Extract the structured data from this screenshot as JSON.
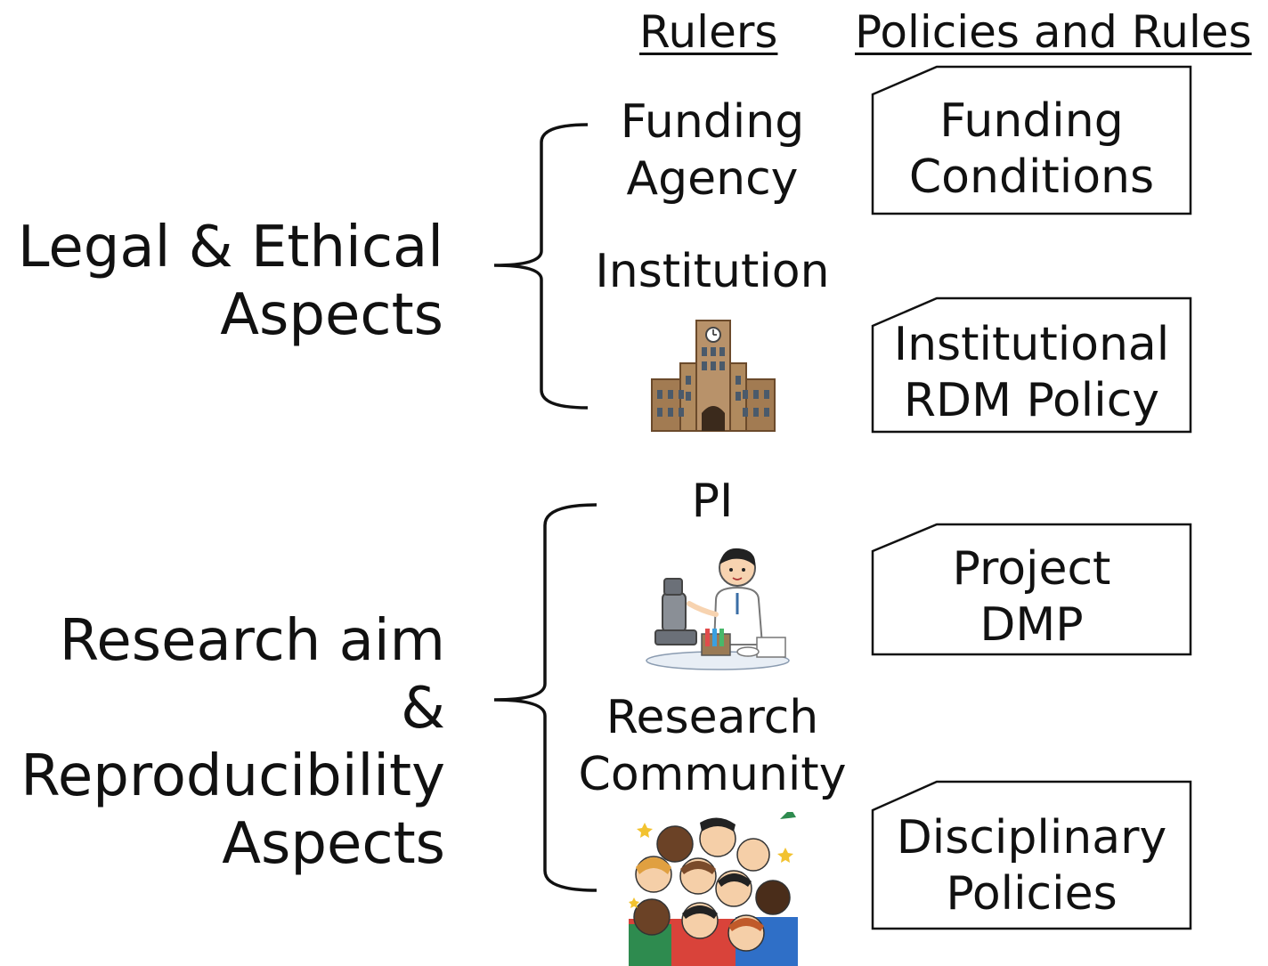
{
  "headers": {
    "rulers": "Rulers",
    "policies": "Policies and Rules"
  },
  "aspects": [
    {
      "lines": [
        "Legal & Ethical",
        "Aspects"
      ]
    },
    {
      "lines": [
        "Research aim &",
        "Reproducibility",
        "Aspects"
      ]
    }
  ],
  "rulers": [
    {
      "lines": [
        "Funding",
        "Agency"
      ]
    },
    {
      "lines": [
        "Institution"
      ]
    },
    {
      "lines": [
        "PI"
      ]
    },
    {
      "lines": [
        "Research",
        "Community"
      ]
    }
  ],
  "policies": [
    {
      "lines": [
        "Funding",
        "Conditions"
      ]
    },
    {
      "lines": [
        "Institutional",
        "RDM Policy"
      ]
    },
    {
      "lines": [
        "Project",
        "DMP"
      ]
    },
    {
      "lines": [
        "Disciplinary",
        "Policies"
      ]
    }
  ],
  "icons": {
    "institution": "university-building-icon",
    "pi": "scientist-with-microscope-icon",
    "community": "crowd-of-people-icon"
  }
}
